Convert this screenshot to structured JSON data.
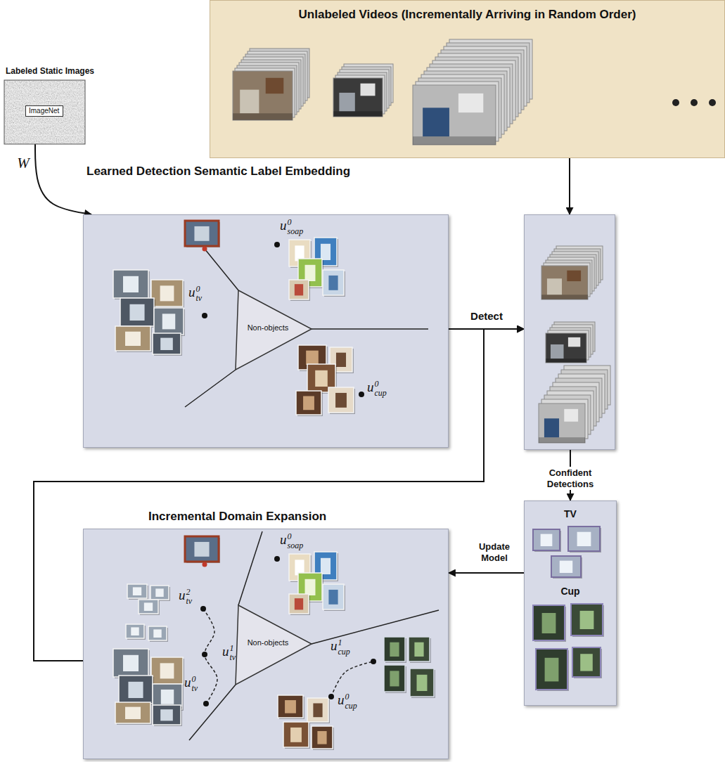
{
  "diagram": {
    "nodes": [
      {
        "text": [
          "Labeled Static Images"
        ]
      },
      {
        "text": [
          "ImageNet"
        ],
        "in": 0
      },
      {
        "text": [
          "Unlabeled Videos (Incrementally Arriving in Random Order)"
        ]
      },
      {
        "text": [
          "Learned Detection Semantic Label Embedding"
        ]
      },
      {
        "text": [
          "Non-objects"
        ],
        "in": 3
      },
      {
        "text": [
          "Confident Detections"
        ]
      },
      {
        "text": [
          "TV",
          "Cup"
        ]
      },
      {
        "text": [
          "Incremental Domain Expansion"
        ]
      },
      {
        "text": [
          "Non-objects"
        ],
        "in": 7
      }
    ],
    "edges": [
      {
        "from": 0,
        "to": 3,
        "label": "W",
        "arrow": "to"
      },
      {
        "from": 2,
        "to": 5,
        "arrow": "to"
      },
      {
        "from": 3,
        "to": 5,
        "label": "Detect",
        "arrow": "to"
      },
      {
        "from": 5,
        "to": 6,
        "arrow": "to"
      },
      {
        "from": 6,
        "to": 7,
        "label": "Update Model",
        "arrow": "to"
      },
      {
        "from": 7,
        "to": 5,
        "arrow": "to"
      }
    ],
    "labels": [
      "u0soap",
      "u0tv",
      "u0cup",
      "u0soap",
      "u2tv",
      "u1tv",
      "u1cup",
      "u0tv",
      "u0cup"
    ]
  }
}
